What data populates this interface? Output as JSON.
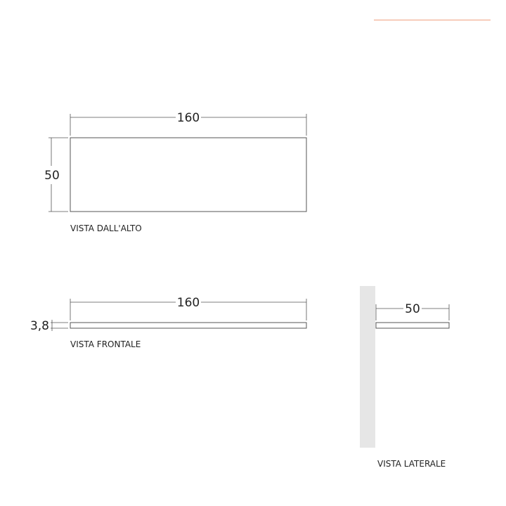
{
  "colors": {
    "accent": "#f0a080",
    "wall": "#e6e6e6",
    "outline": "#555555"
  },
  "top_view": {
    "width_label": "160",
    "depth_label": "50",
    "caption": "VISTA DALL'ALTO"
  },
  "front_view": {
    "width_label": "160",
    "thickness_label": "3,8",
    "caption": "VISTA FRONTALE"
  },
  "side_view": {
    "depth_label": "50",
    "caption": "VISTA LATERALE"
  }
}
